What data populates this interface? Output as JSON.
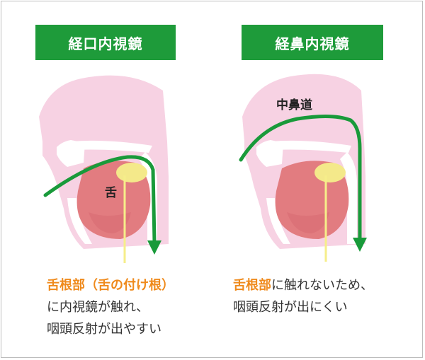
{
  "colors": {
    "green": "#1e9b3a",
    "orange_text": "#ef8a1c",
    "skin_pink": "#f7d2e3",
    "mouth_red": "#e27c80",
    "tongue_yellow": "#f4e98a",
    "scope_line_yellow": "#f6ee8a",
    "scope_green": "#199a3a"
  },
  "left": {
    "title": "経口内視鏡",
    "label_tongue": "舌",
    "caption_hl": "舌根部（舌の付け根）",
    "caption_line2": "に内視鏡が触れ、",
    "caption_line3": "咽頭反射が出やすい"
  },
  "right": {
    "title": "経鼻内視鏡",
    "label_nasal": "中鼻道",
    "caption_hl": "舌根部",
    "caption_rest": "に触れないため、",
    "caption_line2": "咽頭反射が出にくい"
  }
}
